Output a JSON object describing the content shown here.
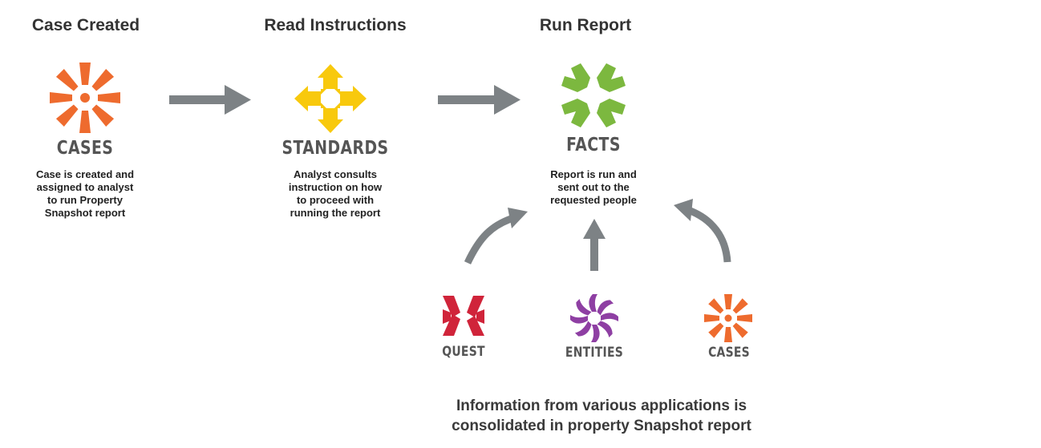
{
  "stages": [
    {
      "title": "Case Created",
      "app_name": "CASES",
      "description": [
        "Case is created and",
        "assigned to analyst",
        "to run Property",
        "Snapshot report"
      ]
    },
    {
      "title": "Read Instructions",
      "app_name": "STANDARDS",
      "description": [
        "Analyst consults",
        "instruction on how",
        "to proceed with",
        "running the report"
      ]
    },
    {
      "title": "Run Report",
      "app_name": "FACTS",
      "description": [
        "Report is run and",
        "sent out to the",
        "requested people"
      ]
    }
  ],
  "sources": [
    {
      "app_name": "QUEST",
      "color": "#d0243a",
      "icon": "quest-icon"
    },
    {
      "app_name": "ENTITIES",
      "color": "#8e3fa3",
      "icon": "entities-icon"
    },
    {
      "app_name": "CASES",
      "color": "#ee6b2e",
      "icon": "cases-icon"
    }
  ],
  "footer": [
    "Information from various applications is",
    "consolidated in property Snapshot report"
  ],
  "colors": {
    "cases": "#ee6b2e",
    "standards": "#f8c90d",
    "facts": "#7cb83f",
    "quest": "#d0243a",
    "entities": "#8e3fa3",
    "arrow": "#7d8285",
    "title_text": "#333333"
  }
}
